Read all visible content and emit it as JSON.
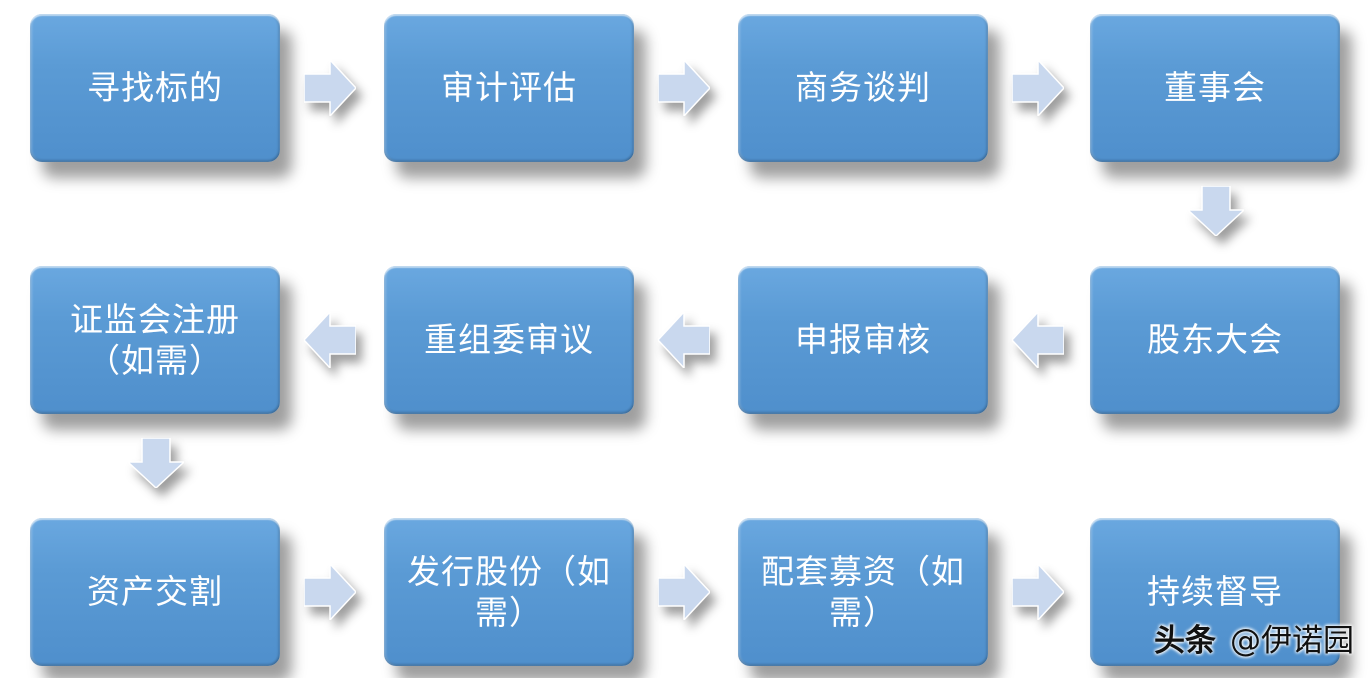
{
  "steps": [
    {
      "id": "s1",
      "label": "寻找标的"
    },
    {
      "id": "s2",
      "label": "审计评估"
    },
    {
      "id": "s3",
      "label": "商务谈判"
    },
    {
      "id": "s4",
      "label": "董事会"
    },
    {
      "id": "s5",
      "label": "股东大会"
    },
    {
      "id": "s6",
      "label": "申报审核"
    },
    {
      "id": "s7",
      "label": "重组委审议"
    },
    {
      "id": "s8",
      "label": "证监会注册（如需）"
    },
    {
      "id": "s9",
      "label": "资产交割"
    },
    {
      "id": "s10",
      "label": "发行股份（如需）"
    },
    {
      "id": "s11",
      "label": "配套募资（如需）"
    },
    {
      "id": "s12",
      "label": "持续督导"
    }
  ],
  "watermark": {
    "brand": "头条",
    "handle": "@伊诺园"
  },
  "colors": {
    "box": "#5b9bd5",
    "arrow": "#c9d8ee",
    "text": "#ffffff"
  }
}
